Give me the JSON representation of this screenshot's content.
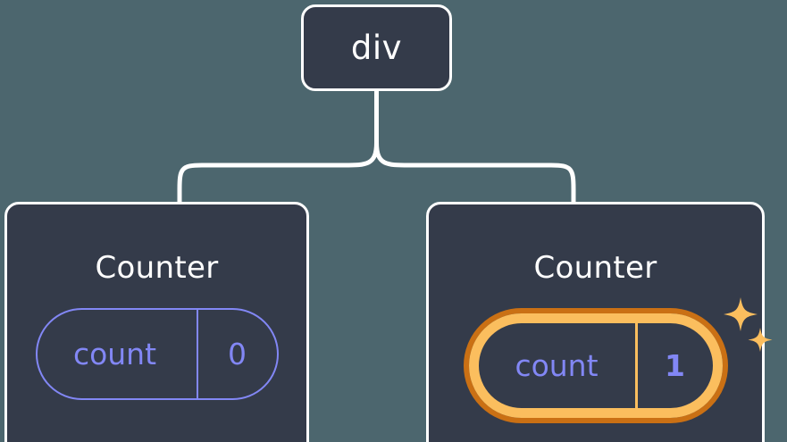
{
  "diagram": {
    "type": "component-tree",
    "background_color": "#4c666e",
    "node_fill_color": "#343b4a",
    "node_border_color": "#ffffff",
    "state_color": "#8287f5",
    "highlight_outer_color": "#ca7014",
    "highlight_inner_color": "#fbbe5e",
    "sparkle_color": "#fbbe5e"
  },
  "root": {
    "label": "div"
  },
  "children": [
    {
      "label": "Counter",
      "state": {
        "key": "count",
        "value": "0"
      },
      "highlighted": false
    },
    {
      "label": "Counter",
      "state": {
        "key": "count",
        "value": "1"
      },
      "highlighted": true,
      "sparkle_icons": [
        "sparkle-large",
        "sparkle-small"
      ]
    }
  ]
}
